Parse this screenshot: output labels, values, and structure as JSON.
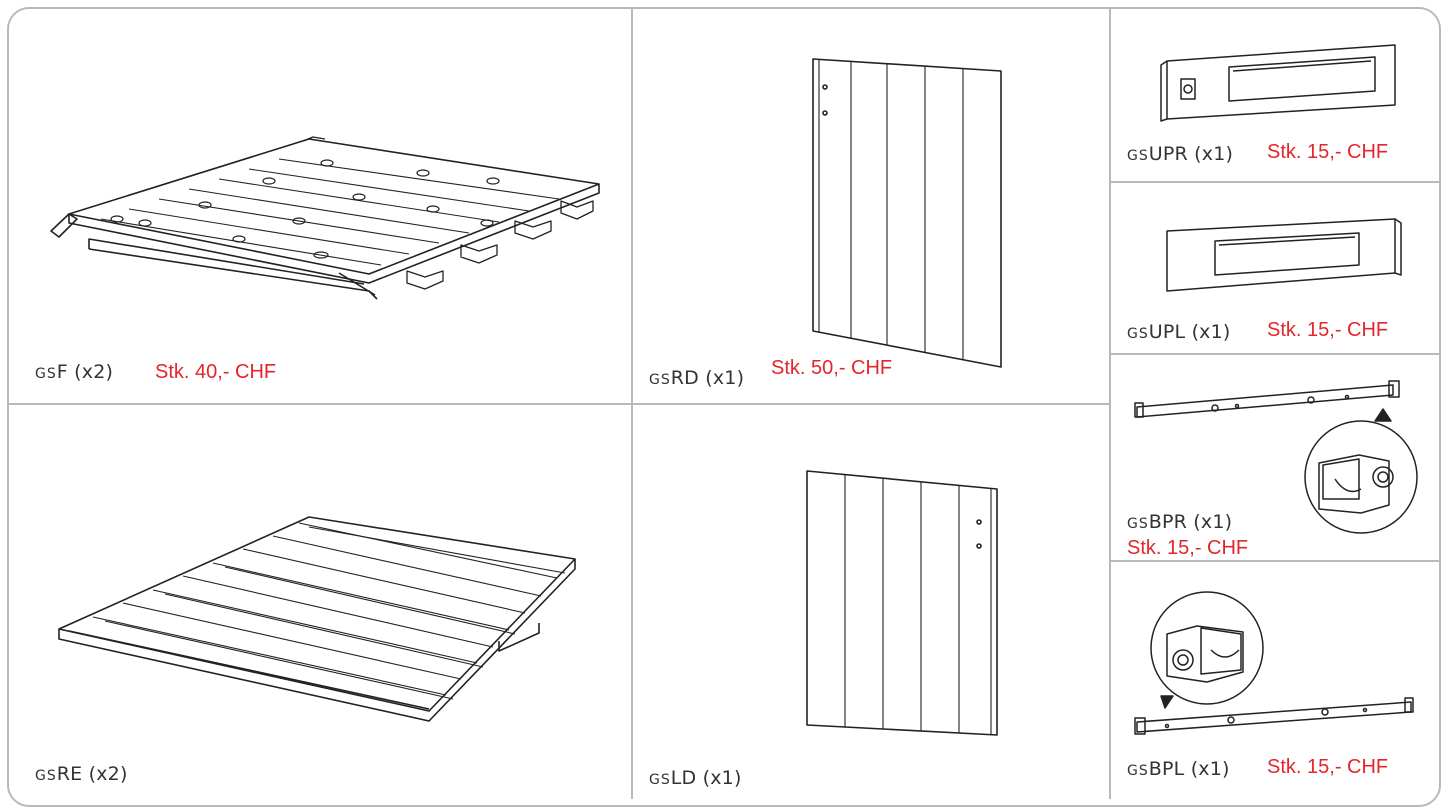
{
  "parts": [
    {
      "id": "f",
      "prefix": "GS",
      "code": "F",
      "qty": "(x2)",
      "price": "Stk. 40,- CHF"
    },
    {
      "id": "re",
      "prefix": "GS",
      "code": "RE",
      "qty": "(x2)",
      "price": ""
    },
    {
      "id": "rd",
      "prefix": "GS",
      "code": "RD",
      "qty": "(x1)",
      "price": "Stk. 50,- CHF"
    },
    {
      "id": "ld",
      "prefix": "GS",
      "code": "LD",
      "qty": "(x1)",
      "price": ""
    },
    {
      "id": "upr",
      "prefix": "GS",
      "code": "UPR",
      "qty": "(x1)",
      "price": "Stk. 15,- CHF"
    },
    {
      "id": "upl",
      "prefix": "GS",
      "code": "UPL",
      "qty": "(x1)",
      "price": "Stk. 15,- CHF"
    },
    {
      "id": "bpr",
      "prefix": "GS",
      "code": "BPR",
      "qty": "(x1)",
      "price": "Stk. 15,- CHF"
    },
    {
      "id": "bpl",
      "prefix": "GS",
      "code": "BPL",
      "qty": "(x1)",
      "price": "Stk. 15,- CHF"
    }
  ],
  "colors": {
    "border": "#b9b9b9",
    "price": "#e3262b",
    "line_art": "#222222"
  }
}
